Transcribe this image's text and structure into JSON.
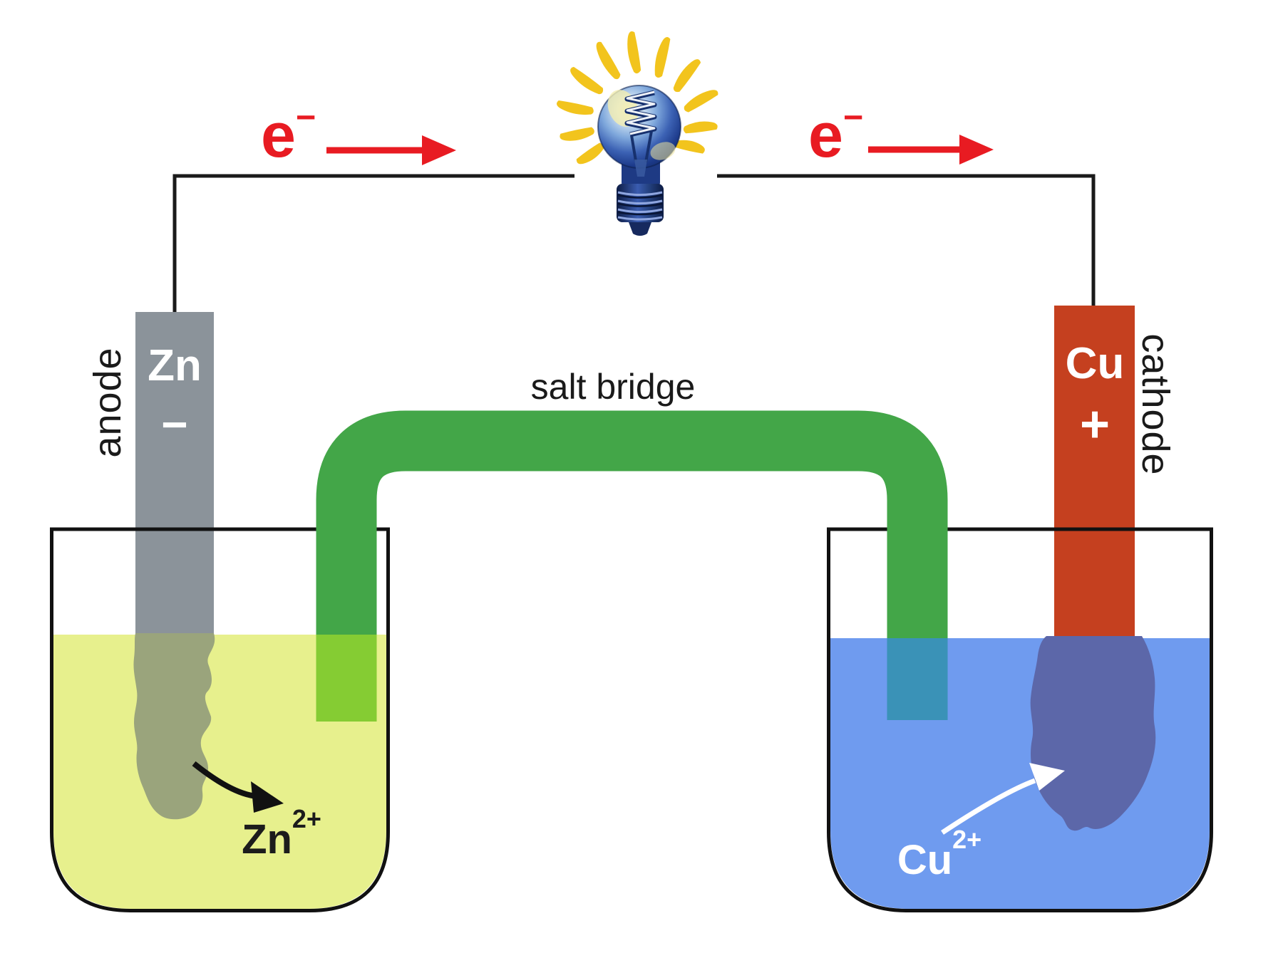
{
  "diagram": {
    "left_wire_label": {
      "base": "e",
      "sup": "−"
    },
    "right_wire_label": {
      "base": "e",
      "sup": "−"
    },
    "anode_label": "anode",
    "cathode_label": "cathode",
    "zinc_electrode": {
      "symbol": "Zn",
      "charge": "−"
    },
    "copper_electrode": {
      "symbol": "Cu",
      "charge": "+"
    },
    "salt_bridge_label": "salt bridge",
    "zinc_ion": {
      "base": "Zn",
      "sup": "2+"
    },
    "copper_ion": {
      "base": "Cu",
      "sup": "2+"
    }
  },
  "colors": {
    "electron_red": "#e81b22",
    "wire_black": "#1a1a1a",
    "beaker_outline": "#111111",
    "zinc_gray": "#8b939a",
    "zinc_submerged": "#9aa47c",
    "copper_red": "#c5401f",
    "copper_deposit": "#5c67a9",
    "left_solution": "#e7f08d",
    "right_solution": "#6f9bef",
    "salt_bridge_green": "#43a648",
    "bridge_in_left_solution": "#85cc33",
    "bridge_in_right_solution": "#3a92b7",
    "ray_yellow": "#f2c41d",
    "arrow_black": "#111111",
    "arrow_white": "#ffffff"
  }
}
